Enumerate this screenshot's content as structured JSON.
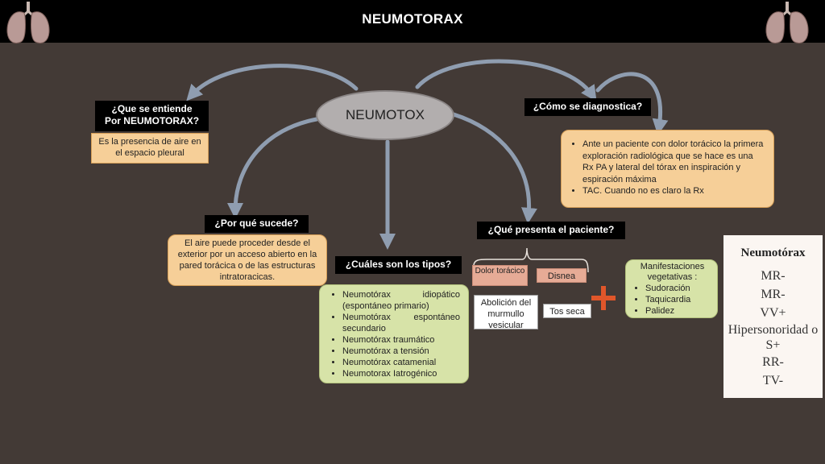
{
  "header": {
    "title": "NEUMOTORAX"
  },
  "center_node": "NEUMOTOX",
  "q_definition": {
    "title_line1": "¿Que se entiende",
    "title_line2": "Por NEUMOTORAX?",
    "answer": "Es la presencia de aire en el espacio pleural"
  },
  "q_why": {
    "title": "¿Por qué  sucede?",
    "answer": "El aire puede proceder desde el exterior por un acceso abierto en la pared torácica o de las estructuras intratoracicas."
  },
  "q_types": {
    "title": "¿Cuáles son los tipos?",
    "items": [
      "Neumotórax idiopático (espontáneo primario)",
      "Neumotórax espontáneo secundario",
      "Neumotórax traumático",
      "Neumotórax a tensión",
      "Neumotórax catamenial",
      "Neumotorax Iatrogénico"
    ]
  },
  "q_presents": {
    "title": "¿Qué presenta el paciente?",
    "symptoms": [
      "Dolor torácico",
      "Disnea",
      "Abolición del murmullo vesicular",
      "Tos seca"
    ]
  },
  "q_diagnosis": {
    "title": "¿Cómo se diagnostica?",
    "items": [
      "Ante un paciente con dolor torácico la primera exploración radiológica que se hace es una Rx PA y lateral del tórax en inspiración y espiración máxima",
      "TAC. Cuando no es claro la Rx"
    ]
  },
  "vegetative": {
    "title": "Manifestaciones vegetativas :",
    "items": [
      "Sudoración",
      "Taquicardia",
      "Palidez"
    ]
  },
  "findings_table": {
    "title": "Neumotórax",
    "rows": [
      "MR-",
      "MR-",
      "VV+",
      "Hipersonoridad o S+",
      "RR-",
      "TV-"
    ]
  },
  "colors": {
    "background": "#433a36",
    "arrow": "#8f9db0",
    "tan": "#f6cf98",
    "green": "#d7e3a8",
    "salmon": "#e6ab96",
    "plus": "#e0562a"
  },
  "icons": [
    "lungs-icon",
    "plus-icon"
  ]
}
